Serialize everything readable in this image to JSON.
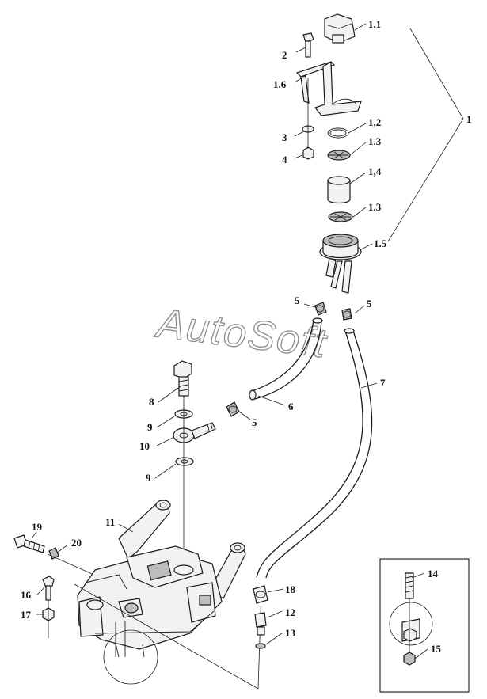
{
  "watermark": "AutoSoft",
  "callouts": {
    "c1_1": "1.1",
    "c1": "1",
    "c2": "2",
    "c1_6": "1.6",
    "c1_2": "1,2",
    "c3": "3",
    "c1_3a": "1.3",
    "c4": "4",
    "c1_4": "1,4",
    "c1_3b": "1.3",
    "c1_5": "1.5",
    "c5a": "5",
    "c5b": "5",
    "c7": "7",
    "c8": "8",
    "c6": "6",
    "c9a": "9",
    "c5c": "5",
    "c10": "10",
    "c9b": "9",
    "c11": "11",
    "c19": "19",
    "c20": "20",
    "c14": "14",
    "c16": "16",
    "c18": "18",
    "c12": "12",
    "c17": "17",
    "c13": "13",
    "c15": "15"
  }
}
